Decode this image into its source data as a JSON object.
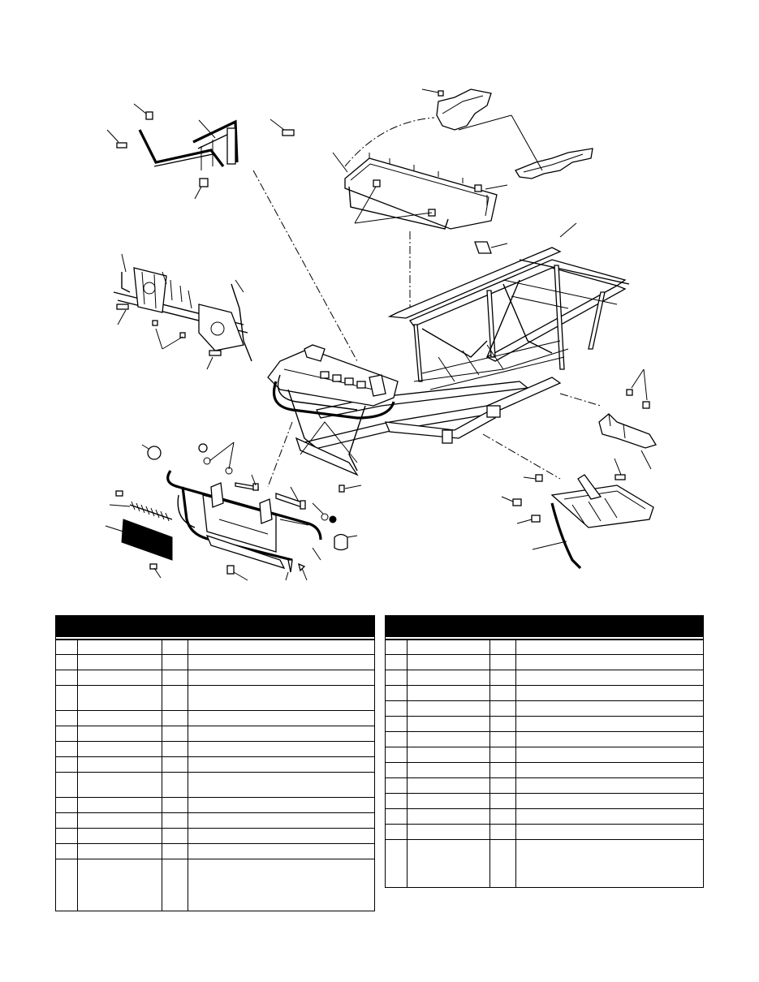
{
  "figure": {
    "icon": "atv-frame-exploded-view"
  },
  "tables": [
    {
      "title": "",
      "row_count": 14,
      "headers": [],
      "rows": []
    },
    {
      "title": "",
      "row_count": 14,
      "headers": [],
      "rows": []
    }
  ]
}
